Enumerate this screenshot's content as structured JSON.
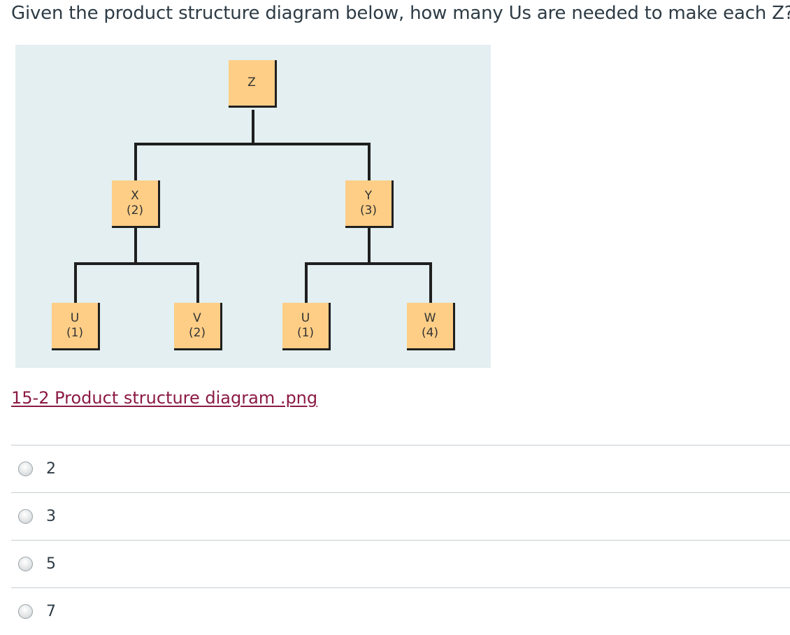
{
  "question": {
    "text": "Given the product structure diagram below, how many Us are needed to make each Z?"
  },
  "diagram": {
    "nodes": {
      "z": {
        "label": "Z",
        "qty": ""
      },
      "x": {
        "label": "X",
        "qty": "(2)"
      },
      "y": {
        "label": "Y",
        "qty": "(3)"
      },
      "u1": {
        "label": "U",
        "qty": "(1)"
      },
      "v": {
        "label": "V",
        "qty": "(2)"
      },
      "u2": {
        "label": "U",
        "qty": "(1)"
      },
      "w": {
        "label": "W",
        "qty": "(4)"
      }
    },
    "colors": {
      "background": "#e3eff1",
      "node_fill": "#fece86",
      "lines": "#1f1f1f"
    }
  },
  "attachment": {
    "link_text": "15-2 Product structure diagram .png"
  },
  "answers": [
    {
      "label": "2"
    },
    {
      "label": "3"
    },
    {
      "label": "5"
    },
    {
      "label": "7"
    }
  ]
}
